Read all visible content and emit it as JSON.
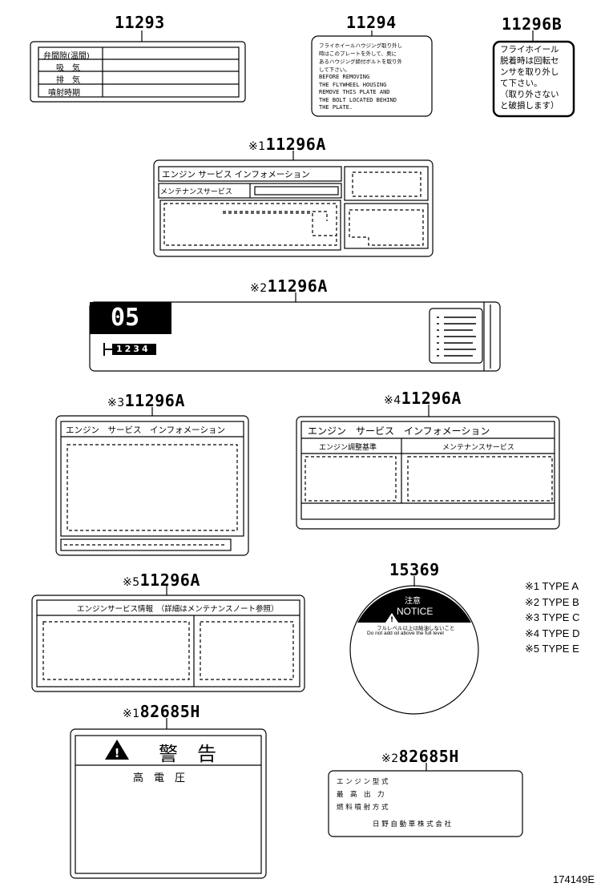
{
  "parts": {
    "p11293": "11293",
    "p11294": "11294",
    "p11296B": "11296B",
    "p11296A_1": "11296A",
    "p11296A_2": "11296A",
    "p11296A_3": "11296A",
    "p11296A_4": "11296A",
    "p11296A_5": "11296A",
    "p15369": "15369",
    "p82685H_1": "82685H",
    "p82685H_2": "82685H"
  },
  "markers": {
    "m1": "※1",
    "m2": "※2",
    "m3": "※3",
    "m4": "※4",
    "m5": "※5"
  },
  "label11293": {
    "row1": "弁間隙(温間)",
    "row2": "吸　気",
    "row3": "排　気",
    "row4": "噴射時期"
  },
  "label11294": {
    "jp1": "フライホイールハウジング取り外し",
    "jp2": "時はこのプレートを外して、奥に",
    "jp3": "あるハウジング締付ボルトを取り外",
    "jp4": "して下さい。",
    "en1": "BEFORE REMOVING",
    "en2": "THE FLYWHEEL HOUSING",
    "en3": "REMOVE THIS PLATE AND",
    "en4": "THE BOLT LOCATED BEHIND",
    "en5": "THE PLATE."
  },
  "label11296B": {
    "l1": "フライホイール",
    "l2": "脱着時は回転セ",
    "l3": "ンサを取り外し",
    "l4": "て下さい。",
    "l5": "（取り外さない",
    "l6": "と破損します）"
  },
  "typeA": {
    "title": "エンジン サービス インフォメーション",
    "maint": "メンテナンスサービス"
  },
  "typeB": {
    "code": "05",
    "gears": "1234"
  },
  "typeC": {
    "title": "エンジン　サービス　インフォメーション"
  },
  "typeD": {
    "title": "エンジン　サービス　インフォメーション",
    "left": "エンジン調整基準",
    "right": "メンテナンスサービス"
  },
  "typeE": {
    "title": "エンジンサービス情報　（詳細はメンテナンスノート参照）"
  },
  "label15369": {
    "caution": "注意",
    "notice": "NOTICE",
    "jp": "フルレベル以上は給油しないこと",
    "en": "Do not add oil above the full level"
  },
  "label82685H1": {
    "warning": "警　告",
    "sub": "高　電　圧"
  },
  "label82685H2": {
    "l1": "エ ン ジ ン 型 式",
    "l2": "最　高　出　力",
    "l3": "燃 料 噴 射 方 式",
    "l4": "日 野 自 動 車 株 式 会 社"
  },
  "legend": [
    "※1 TYPE A",
    "※2 TYPE B",
    "※3 TYPE C",
    "※4 TYPE D",
    "※5 TYPE E"
  ],
  "reference": "174149E"
}
